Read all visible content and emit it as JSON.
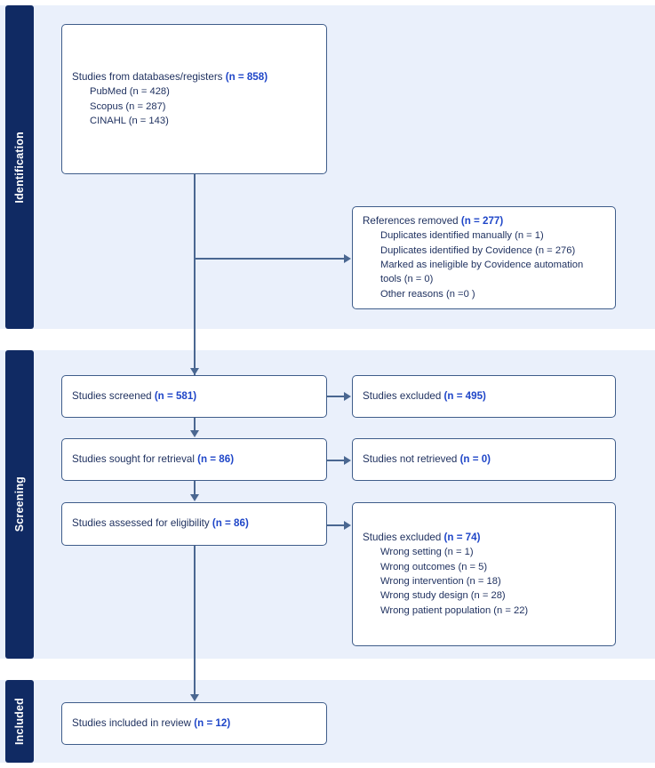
{
  "diagram": {
    "type": "prisma-flow-diagram",
    "colors": {
      "stage_tab": "#102a63",
      "panel_background": "#eaf0fb",
      "box_border": "#3f5d8a",
      "text": "#1d2f5e",
      "count_accent": "#1f46c8"
    }
  },
  "stages": [
    {
      "key": "identification",
      "label": "Identification"
    },
    {
      "key": "screening",
      "label": "Screening"
    },
    {
      "key": "included",
      "label": "Included"
    }
  ],
  "nodes": {
    "records_identified": {
      "title": "Studies from databases/registers ",
      "count": "(n = 858)",
      "items": [
        "PubMed (n = 428)",
        "Scopus (n = 287)",
        "CINAHL (n = 143)"
      ]
    },
    "records_removed": {
      "title": "References removed ",
      "count": "(n = 277)",
      "items": [
        "Duplicates identified manually (n = 1)",
        "Duplicates identified by Covidence (n = 276)",
        "Marked as ineligible by Covidence automation tools (n = 0)",
        "Other reasons (n =0 )"
      ]
    },
    "records_screened": {
      "title": "Studies screened ",
      "count": "(n = 581)"
    },
    "records_excluded": {
      "title": "Studies excluded ",
      "count": "(n = 495)"
    },
    "reports_sought": {
      "title": "Studies sought for retrieval ",
      "count": "(n = 86)"
    },
    "reports_not_retrieved": {
      "title": "Studies not retrieved ",
      "count": "(n = 0)"
    },
    "reports_assessed": {
      "title": "Studies assessed for eligibility ",
      "count": "(n = 86)"
    },
    "reports_excluded": {
      "title": "Studies excluded ",
      "count": "(n = 74)",
      "items": [
        "Wrong setting (n = 1)",
        "Wrong outcomes (n = 5)",
        "Wrong intervention (n = 18)",
        "Wrong study design (n = 28)",
        "Wrong patient population (n = 22)"
      ]
    },
    "studies_included": {
      "title": "Studies included in review ",
      "count": "(n = 12)"
    }
  }
}
